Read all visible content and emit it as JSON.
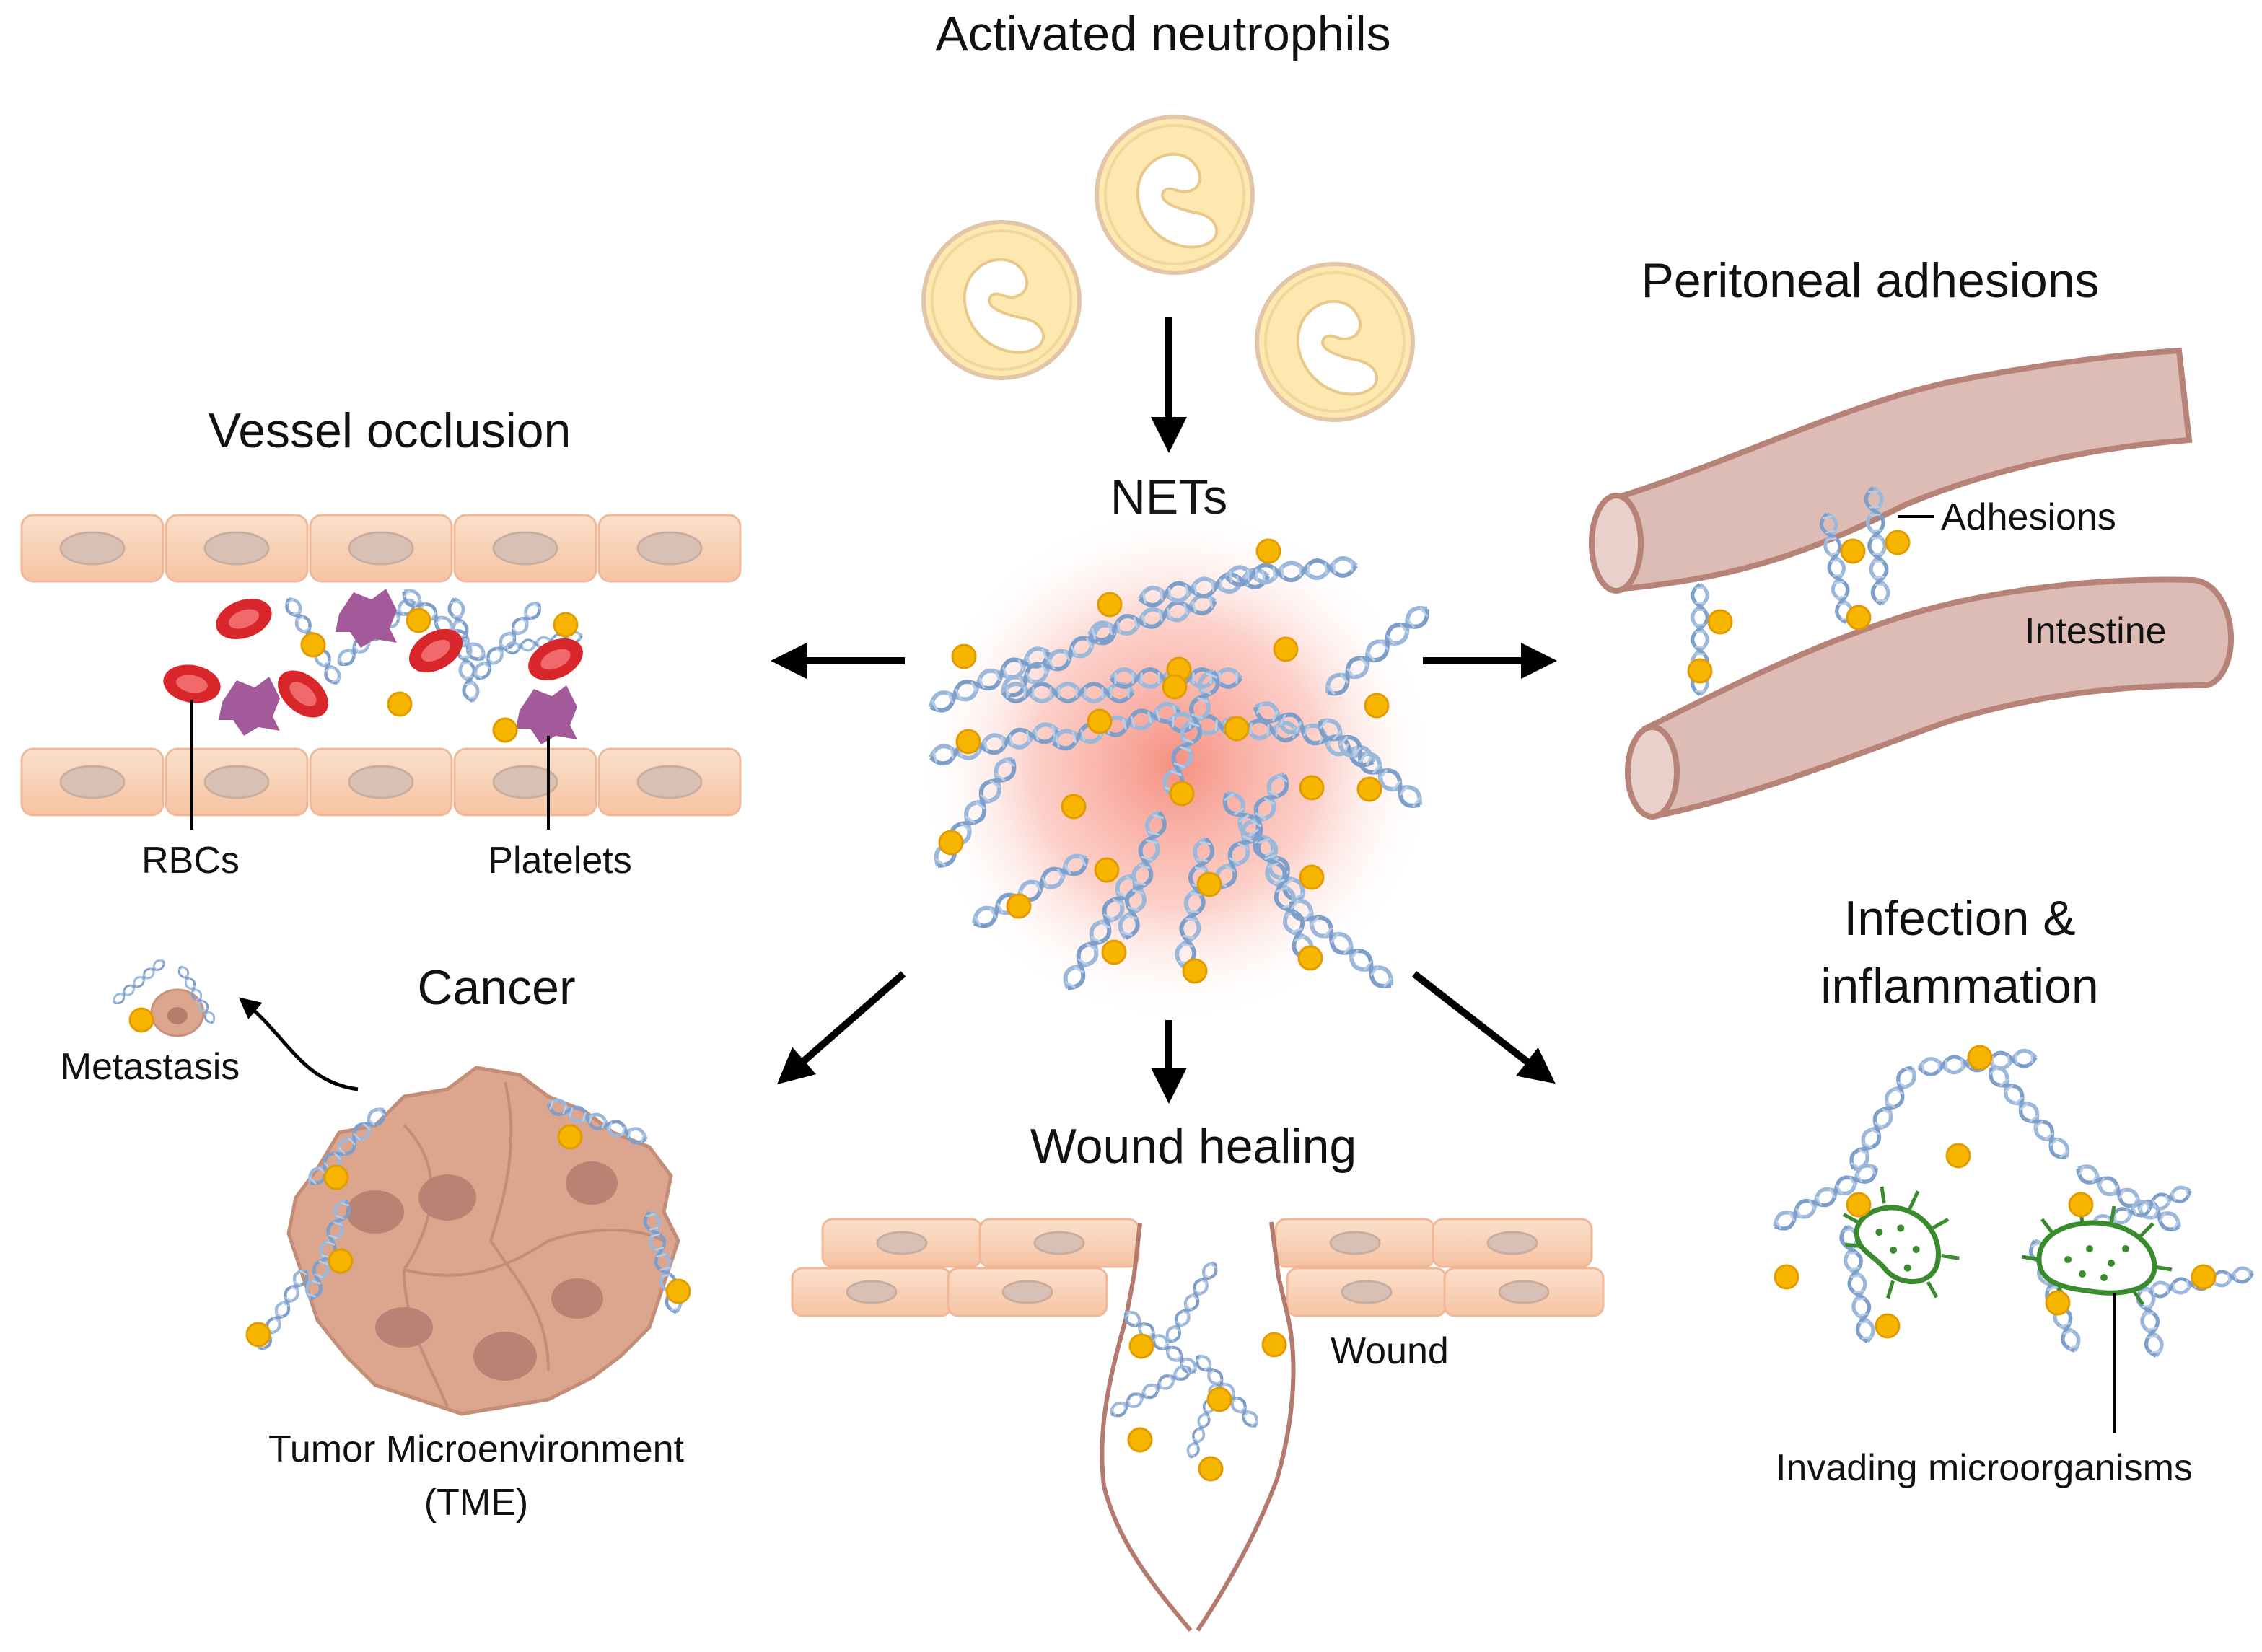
{
  "titles": {
    "activated_neutrophils": "Activated neutrophils",
    "nets": "NETs",
    "vessel_occlusion": "Vessel occlusion",
    "peritoneal_adhesions": "Peritoneal adhesions",
    "cancer": "Cancer",
    "wound_healing": "Wound healing",
    "infection_line1": "Infection &",
    "infection_line2": "inflammation"
  },
  "labels": {
    "rbcs": "RBCs",
    "platelets": "Platelets",
    "adhesions": "Adhesions",
    "intestine": "Intestine",
    "metastasis": "Metastasis",
    "tme_line1": "Tumor Microenvironment",
    "tme_line2": "(TME)",
    "wound": "Wound",
    "invading_microorganisms": "Invading microorganisms"
  },
  "icons": [
    "neutrophil-icon",
    "dna-strand-icon",
    "granule-icon",
    "red-blood-cell-icon",
    "platelet-icon",
    "endothelial-cell-icon",
    "intestine-icon",
    "tumor-cell-icon",
    "epithelial-cell-icon",
    "bacterium-icon",
    "arrow-icon"
  ],
  "colors": {
    "neutrophil_fill": "#fbe3a4",
    "neutrophil_border": "#e7c9a4",
    "dna": "#9bb8db",
    "granule": "#f7b500",
    "rbc": "#d9262b",
    "platelet": "#a35a9b",
    "endothelial": "#f8c9a8",
    "intestine": "#ddbcb5",
    "tumor": "#dca58e",
    "bacterium": "#3a8a2e",
    "arrow": "#000000"
  }
}
